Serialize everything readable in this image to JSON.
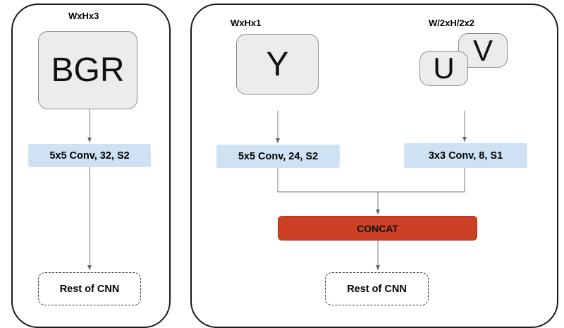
{
  "left": {
    "dim_label": "WxHx3",
    "input_label": "BGR",
    "conv_label": "5x5 Conv, 32, S2",
    "rest_label": "Rest of CNN"
  },
  "right": {
    "y_dim_label": "WxHx1",
    "uv_dim_label": "W/2xH/2x2",
    "y_label": "Y",
    "u_label": "U",
    "v_label": "V",
    "y_conv_label": "5x5 Conv, 24, S2",
    "uv_conv_label": "3x3 Conv, 8, S1",
    "concat_label": "CONCAT",
    "rest_label": "Rest of CNN"
  },
  "colors": {
    "conv_fill": "#cfe2f3",
    "concat_fill": "#cc4125",
    "input_fill": "#ececec"
  }
}
